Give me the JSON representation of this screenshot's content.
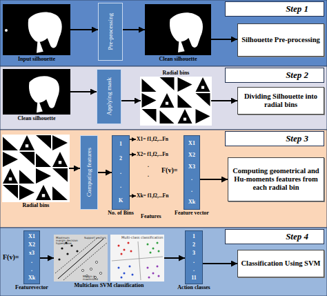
{
  "diagram": {
    "nodes": [
      {
        "text": [
          "Input silhouette"
        ]
      },
      {
        "text": [
          "Pre-processing"
        ]
      },
      {
        "text": [
          "Clean silhouette"
        ]
      },
      {
        "text": [
          "Step 1"
        ]
      },
      {
        "text": [
          "Silhouette Pre-processing"
        ]
      },
      {
        "text": [
          "Clean silhouette"
        ]
      },
      {
        "text": [
          "Applying mask"
        ]
      },
      {
        "text": [
          "Radial bins"
        ]
      },
      {
        "text": [
          "Step 2"
        ]
      },
      {
        "text": [
          "Dividing Silhouette into radial bins"
        ]
      },
      {
        "text": [
          "Radial bins"
        ]
      },
      {
        "text": [
          "Computing features"
        ]
      },
      {
        "text": [
          "1",
          "2",
          ".",
          ".",
          "K",
          "No. of Bins"
        ]
      },
      {
        "text": [
          "X1",
          "X2",
          "X3",
          ".",
          ".",
          "Xk",
          "Feature vector"
        ]
      },
      {
        "text": [
          "Step 3"
        ]
      },
      {
        "text": [
          "Computing geometrical and Hu-moments features from each radial bin"
        ]
      },
      {
        "text": [
          "X1",
          "X2",
          "x3",
          ".",
          ".",
          "Xk",
          "Featurevector"
        ]
      },
      {
        "text": [
          "Multiclass SVM classification"
        ]
      },
      {
        "text": [
          "1",
          "2",
          "3",
          ".",
          ".",
          "11",
          "Action classes"
        ]
      },
      {
        "text": [
          "Step 4"
        ]
      },
      {
        "text": [
          "Classification Using SVM"
        ]
      }
    ],
    "edges": [
      {
        "from": 0,
        "to": 1,
        "arrow": "to"
      },
      {
        "from": 1,
        "to": 2,
        "arrow": "to"
      },
      {
        "from": 2,
        "to": 4,
        "arrow": "to"
      },
      {
        "from": 5,
        "to": 6,
        "arrow": "to"
      },
      {
        "from": 6,
        "to": 7,
        "arrow": "to"
      },
      {
        "from": 7,
        "to": 9,
        "arrow": "to"
      },
      {
        "from": 10,
        "to": 11,
        "arrow": "to"
      },
      {
        "from": 11,
        "to": 12,
        "arrow": "to"
      },
      {
        "from": 13,
        "to": 15,
        "arrow": "to"
      },
      {
        "from": 16,
        "to": 17,
        "arrow": "to"
      },
      {
        "from": 17,
        "to": 18,
        "arrow": "to"
      },
      {
        "from": 18,
        "to": 20,
        "arrow": "to"
      }
    ],
    "labels": [
      "X1= f1,f2,...Fn",
      "X2= f1,f2,...Fn",
      ".",
      ".",
      "Xk= f1,f2,...Fn",
      "Features",
      "F(v)=",
      "F(v)=",
      "Maximum margin decision hyperplane",
      "Support vectors",
      "Margin is maximized",
      "Multi-class classification"
    ]
  }
}
